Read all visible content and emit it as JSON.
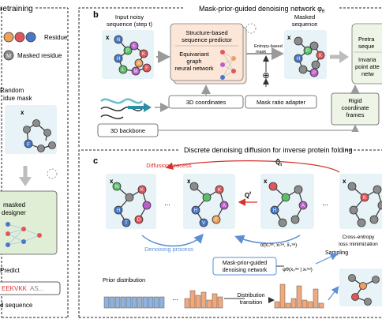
{
  "left_panel": {
    "title": "retraining",
    "legend": {
      "residue": "Residue",
      "masked": "Masked residue",
      "masked_glyph": "M"
    },
    "random_mask": [
      "Random",
      "idue mask"
    ],
    "x_label": "x",
    "masked_designer": [
      "masked",
      "designer"
    ],
    "predict": "Predict",
    "sequence_seen": "EEKVKK",
    "sequence_rest": "AS...",
    "sequence_caption": "d sequence",
    "node_letter": "F"
  },
  "panel_b": {
    "tag": "b",
    "title": "Mask-prior-guided denoising network φ",
    "title_sub": "θ",
    "input_caption": [
      "Input noisy",
      "sequence (step t)"
    ],
    "predictor": [
      "Structure-based",
      "sequence predictor"
    ],
    "egnn": [
      "Equivariant",
      "graph",
      "neural network"
    ],
    "entropy": [
      "Entropy-based",
      "mask"
    ],
    "masked_seq": [
      "Masked",
      "sequence"
    ],
    "pretrained": [
      "Pretra",
      "seque",
      "Invaria",
      "point atte",
      "netw"
    ],
    "coords_3d": "3D coordinates",
    "mask_ratio": "Mask ratio adapter",
    "rigid_frames": [
      "Rigid",
      "coordinate",
      "frames"
    ],
    "backbone": "3D backbone",
    "plus_glyph": "⊕",
    "node_letters": [
      "N",
      "P",
      "E",
      "K",
      "A",
      "H",
      "L",
      "M",
      "F",
      "P"
    ]
  },
  "panel_c": {
    "tag": "c",
    "title": "Discrete denoising diffusion for inverse protein folding",
    "q_bar": "Q̄",
    "q_bar_sub": "t",
    "diffusion_process": "Diffusion process",
    "denoising_process": "Denoising process",
    "q_label": "Q",
    "q_sup": "t",
    "ellipsis": "...",
    "alpha_expr": "α(x₀ˢᵃ, xₜˢᵃ, x̂₀ˢᵃ)",
    "network": [
      "Mask-prior-guided",
      "denoising network"
    ],
    "phi_expr": "φθ(x₀ˢᵃ | xₜˢᵃ)",
    "sampling": "Sampling",
    "cross_entropy": [
      "Cross-entropy",
      "loss minimization"
    ],
    "prior_distribution": "Prior distribution",
    "distribution_transition": [
      "Distribution",
      "transition"
    ],
    "node_letters": [
      "N",
      "K",
      "D",
      "A",
      "F",
      "H",
      "T",
      "V"
    ]
  },
  "colors": {
    "residue_red": "#e0565b",
    "residue_blue": "#4a78c8",
    "residue_green": "#5bbf6a",
    "residue_purple": "#b85fc8",
    "residue_orange": "#f0a05a",
    "masked_gray": "#8c8c8c",
    "panel_fill": "#e8f3f7",
    "predictor_fill": "#fbe6d8",
    "green_fill": "#eef5e6",
    "bar_blue": "#8fb3de",
    "bar_orange": "#f2a87a",
    "accent_red": "#d6332e",
    "arrow_blue": "#5b8fd6"
  }
}
